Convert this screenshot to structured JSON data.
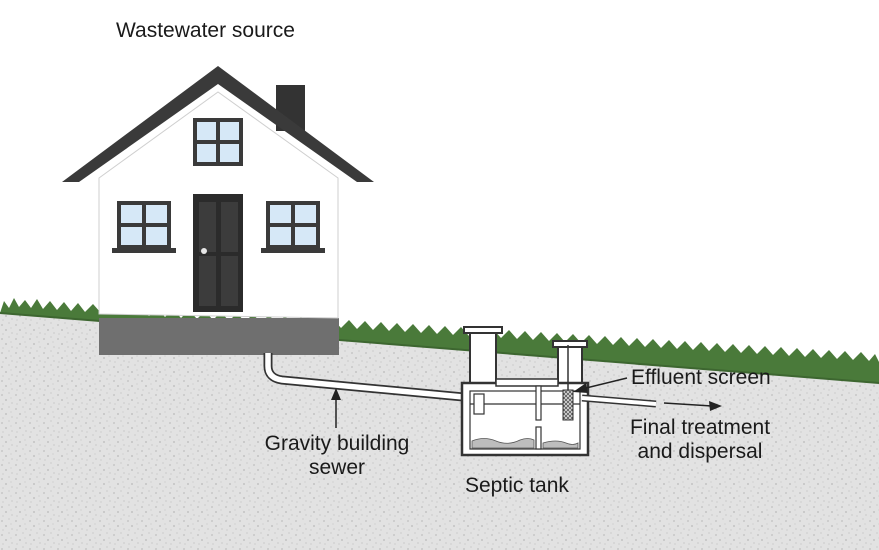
{
  "labels": {
    "wastewater_source": "Wastewater source",
    "effluent_screen": "Effluent screen",
    "final_treatment_line1": "Final treatment",
    "final_treatment_line2": "and dispersal",
    "gravity_sewer_line1": "Gravity building",
    "gravity_sewer_line2": "sewer",
    "septic_tank": "Septic tank"
  },
  "colors": {
    "soil": "#e2e2e2",
    "grass": "#4a7a3a",
    "roof": "#3a3a3a",
    "window_glass": "#d6e8f7",
    "foundation": "#6f6f6f",
    "house_wall": "#ffffff"
  }
}
